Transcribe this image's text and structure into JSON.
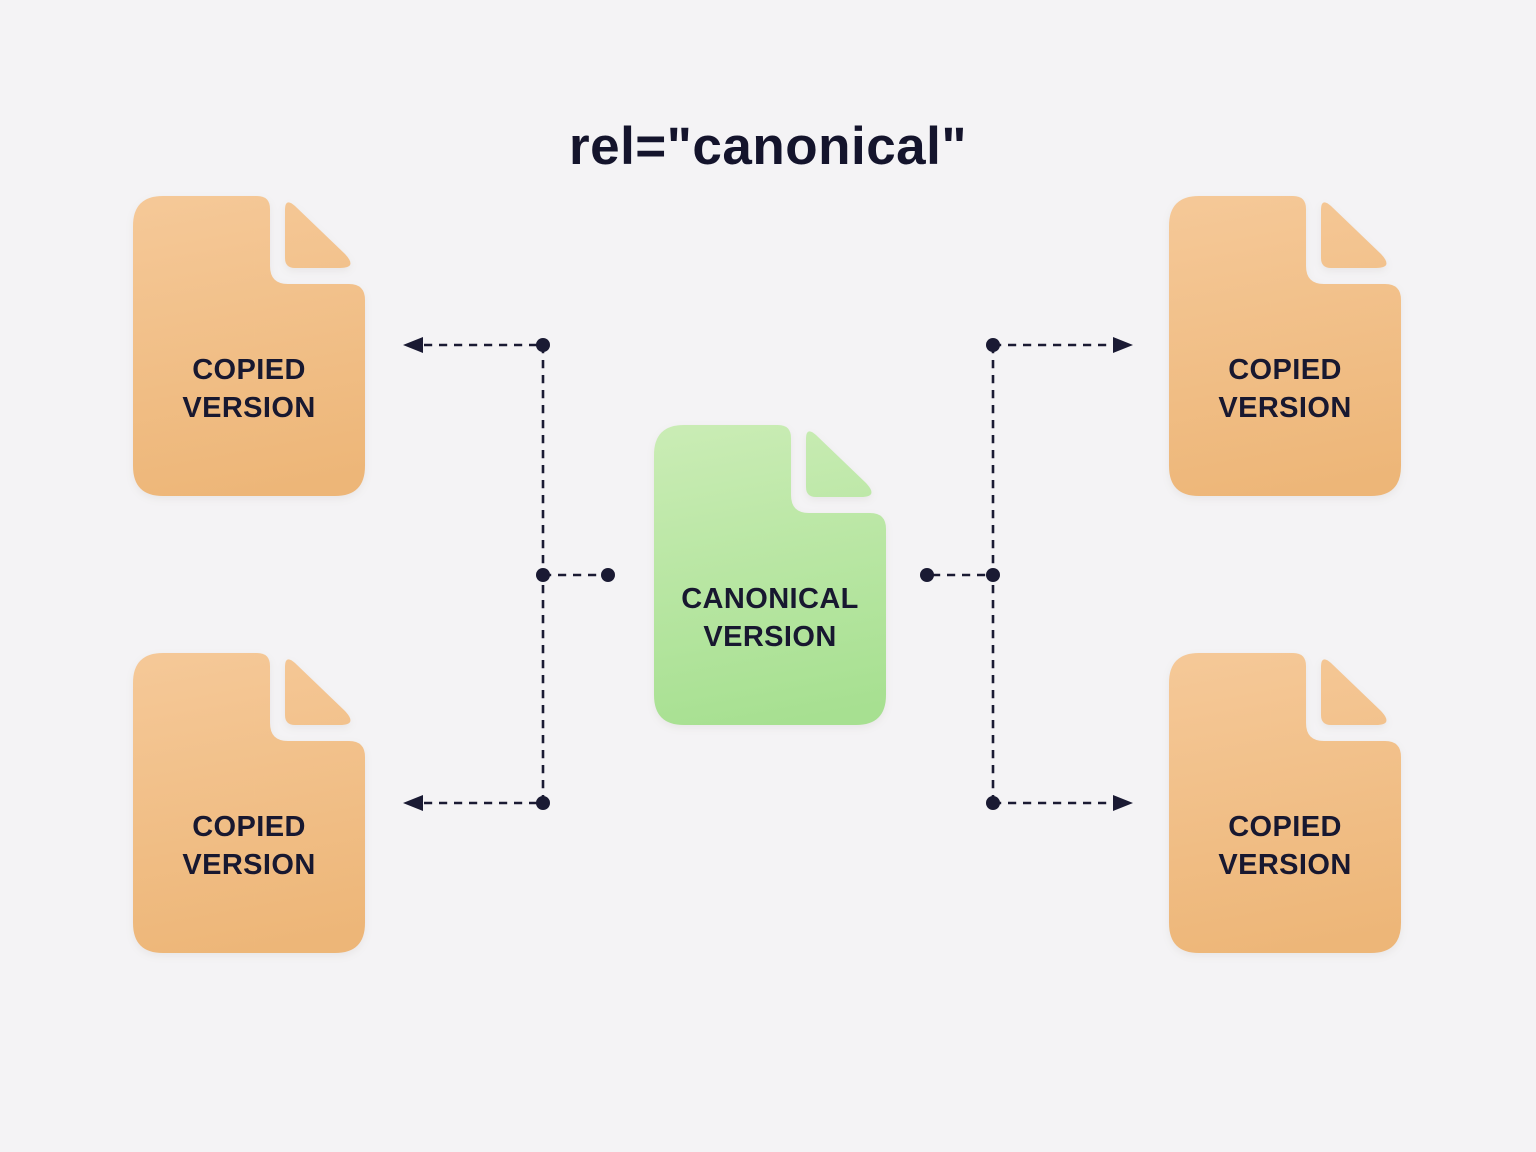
{
  "title": "rel=\"canonical\"",
  "colors": {
    "background": "#f4f3f5",
    "title_text": "#14142c",
    "label_text": "#181830",
    "connector": "#1a1a33",
    "copied_gradient_top": "#f5c897",
    "copied_gradient_bottom": "#edb678",
    "canonical_gradient_top": "#c9ecb4",
    "canonical_gradient_bottom": "#a7e091"
  },
  "nodes": {
    "copied_top_left": {
      "label": "COPIED VERSION",
      "icon": "document-icon"
    },
    "copied_bottom_left": {
      "label": "COPIED VERSION",
      "icon": "document-icon"
    },
    "copied_top_right": {
      "label": "COPIED VERSION",
      "icon": "document-icon"
    },
    "copied_bottom_right": {
      "label": "COPIED VERSION",
      "icon": "document-icon"
    },
    "canonical": {
      "label": "CANONICAL VERSION",
      "icon": "document-icon"
    }
  }
}
